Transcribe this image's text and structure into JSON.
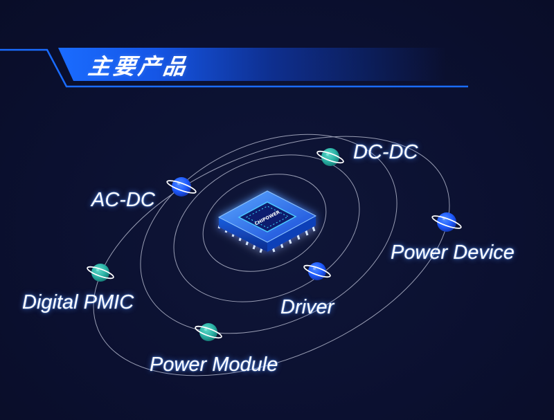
{
  "title": "主要产品",
  "products": {
    "dc_dc": "DC-DC",
    "ac_dc": "AC-DC",
    "power_device": "Power Device",
    "digital_pmic": "Digital PMIC",
    "driver": "Driver",
    "power_module": "Power Module"
  },
  "chip_marking": "CHIPOWER",
  "colors": {
    "background": "#0b1030",
    "accent_blue": "#1a6cff",
    "planet_blue": "#1f5bff",
    "planet_teal": "#2bb3a6",
    "orbit": "#c9cde0"
  },
  "icons": [
    "chip-icon",
    "planet-icon"
  ]
}
